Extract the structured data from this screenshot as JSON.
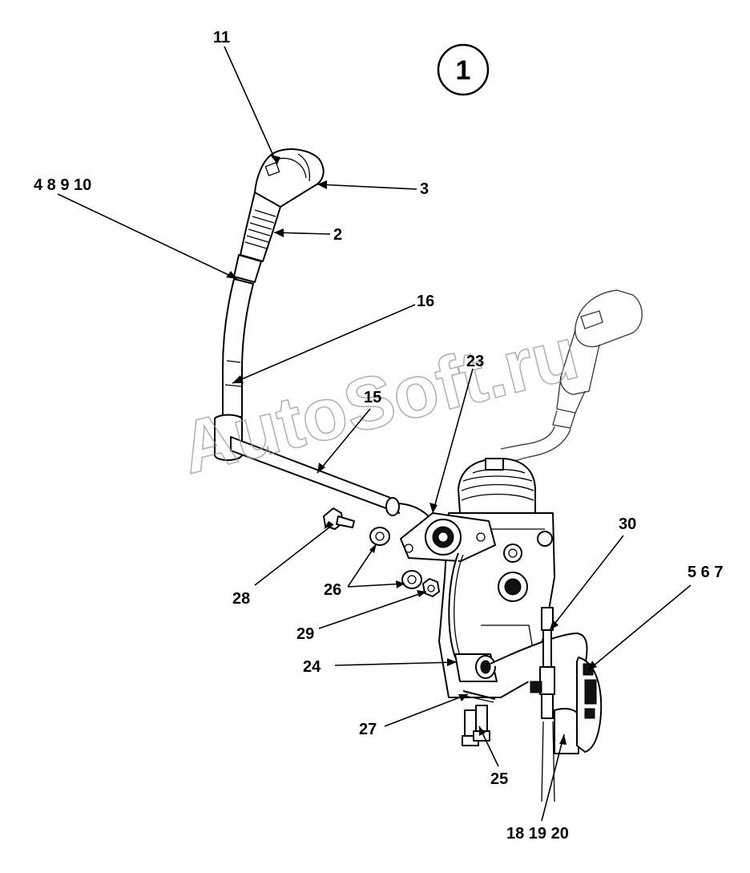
{
  "figure_number": "1",
  "watermark": "AutoSoft.ru",
  "callouts": [
    {
      "id": "c11",
      "text": "11"
    },
    {
      "id": "c48910",
      "text": "4 8 9 10"
    },
    {
      "id": "c3",
      "text": "3"
    },
    {
      "id": "c2",
      "text": "2"
    },
    {
      "id": "c16",
      "text": "16"
    },
    {
      "id": "c23",
      "text": "23"
    },
    {
      "id": "c15",
      "text": "15"
    },
    {
      "id": "c30",
      "text": "30"
    },
    {
      "id": "c567",
      "text": "5 6 7"
    },
    {
      "id": "c28",
      "text": "28"
    },
    {
      "id": "c26",
      "text": "26"
    },
    {
      "id": "c29",
      "text": "29"
    },
    {
      "id": "c24",
      "text": "24"
    },
    {
      "id": "c27",
      "text": "27"
    },
    {
      "id": "c25",
      "text": "25"
    },
    {
      "id": "c181920",
      "text": "18 19 20"
    }
  ]
}
